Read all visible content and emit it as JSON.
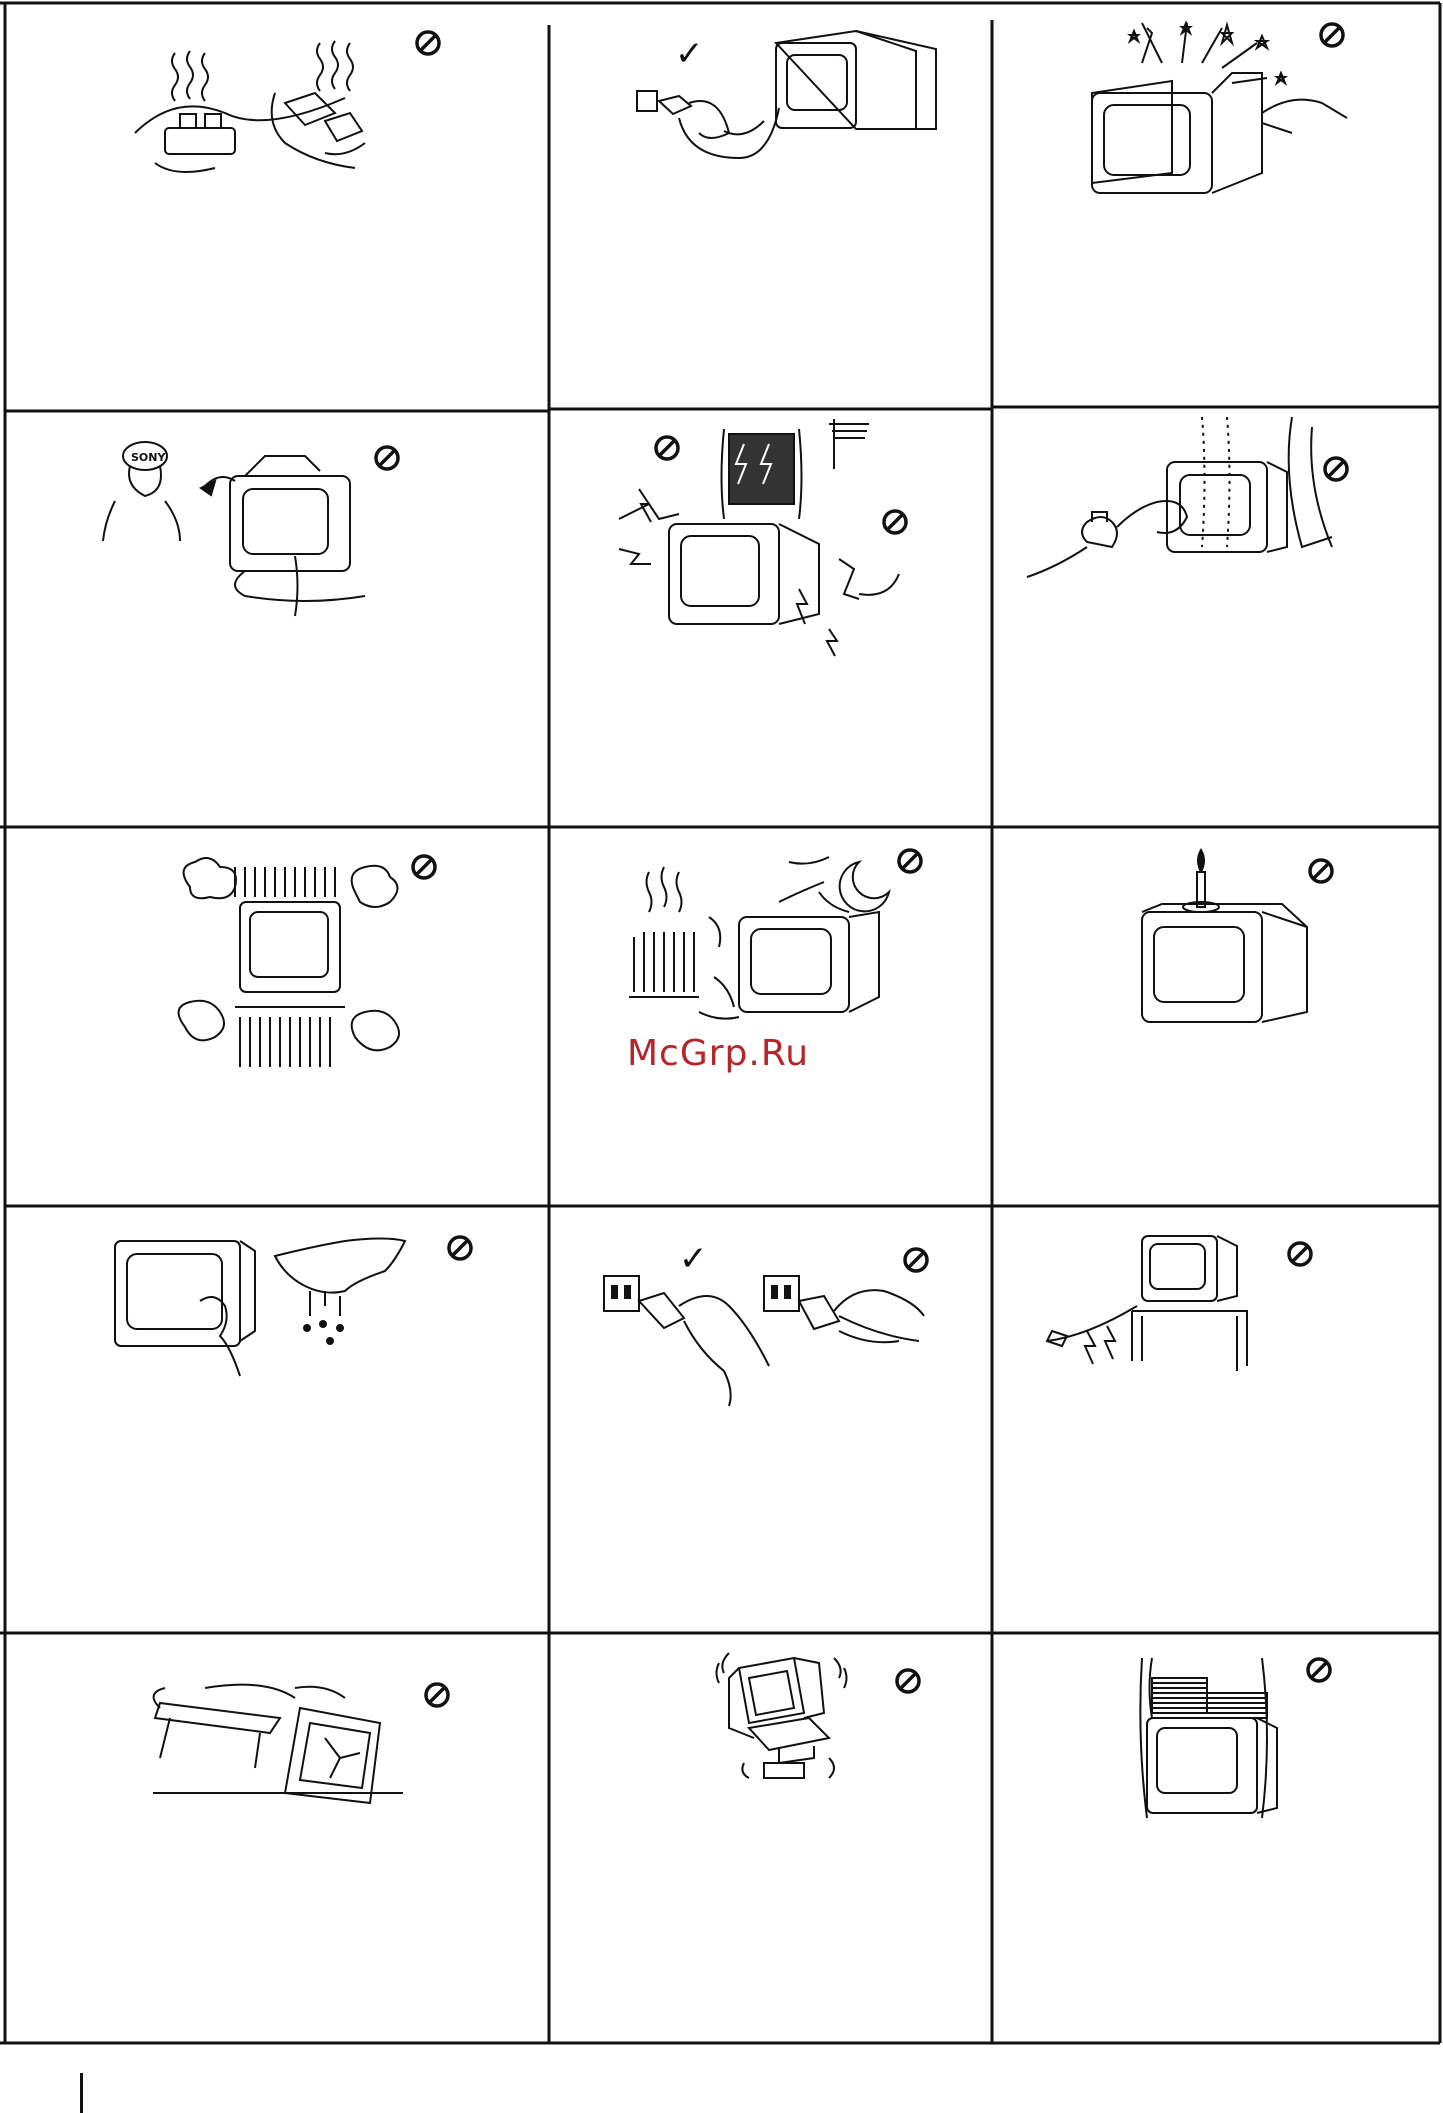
{
  "page": {
    "watermark": "McGrp.Ru",
    "grid": {
      "rows": 5,
      "columns": 3
    }
  },
  "symbols": {
    "prohibited": "prohibition-icon",
    "allowed": "checkmark-icon",
    "checkmark_glyph": "✓"
  },
  "colors": {
    "ink": "#111111",
    "paper": "#ffffff",
    "watermark": "#b5262a"
  },
  "cells": [
    {
      "id": "r1c1",
      "illustration": "overloaded-power-strip-with-heat",
      "symbol": "prohibited"
    },
    {
      "id": "r1c2",
      "illustration": "hand-holding-plug-at-outlet",
      "symbol": "allowed"
    },
    {
      "id": "r1c3",
      "illustration": "hand-at-back-of-tv-with-sparks",
      "symbol": "prohibited"
    },
    {
      "id": "r2c1",
      "illustration": "service-technician-and-wet-tv",
      "symbol": "prohibited"
    },
    {
      "id": "r2c2",
      "illustration": "lightning-storm-touching-tv",
      "symbol": "prohibited",
      "extra_symbol": "prohibited"
    },
    {
      "id": "r2c3",
      "illustration": "steaming-kettle-near-tv",
      "symbol": "prohibited"
    },
    {
      "id": "r3c1",
      "illustration": "tv-in-enclosed-recess",
      "symbol": "prohibited"
    },
    {
      "id": "r3c2",
      "illustration": "tv-near-heater-and-sun",
      "symbol": "prohibited"
    },
    {
      "id": "r3c3",
      "illustration": "candle-on-tv",
      "symbol": "prohibited"
    },
    {
      "id": "r4c1",
      "illustration": "wiping-tv-with-wet-cloth",
      "symbol": "prohibited"
    },
    {
      "id": "r4c2",
      "illustration": "pulling-plug-by-cord",
      "symbol": "prohibited",
      "extra_symbol": "allowed"
    },
    {
      "id": "r4c3",
      "illustration": "tv-on-stand-with-damaged-cord",
      "symbol": "prohibited"
    },
    {
      "id": "r5c1",
      "illustration": "tv-falling-from-table",
      "symbol": "prohibited"
    },
    {
      "id": "r5c2",
      "illustration": "tv-on-unstable-stand",
      "symbol": "prohibited"
    },
    {
      "id": "r5c3",
      "illustration": "tv-covered-by-curtains-and-papers",
      "symbol": "prohibited"
    }
  ]
}
